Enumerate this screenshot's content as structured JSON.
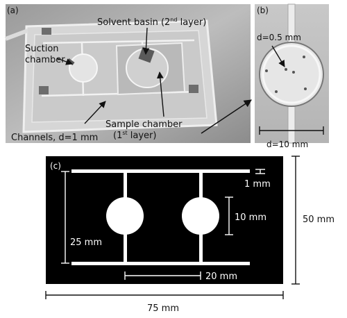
{
  "panels": {
    "a": {
      "letter": "(a)",
      "labels": {
        "solvent_basin_base": "Solvent basin (2",
        "solvent_basin_sup": "nd",
        "solvent_basin_end": " layer)",
        "suction_line1": "Suction",
        "suction_line2": "chamber",
        "sample_line1": "Sample chamber",
        "sample_line2_base": "(1",
        "sample_line2_sup": "st",
        "sample_line2_end": " layer)",
        "channels": "Channels, d=1 mm"
      }
    },
    "b": {
      "letter": "(b)",
      "labels": {
        "hole_diameter": "d=0.5 mm",
        "chamber_diameter": "d=10 mm"
      }
    },
    "c": {
      "letter": "(c)",
      "dimensions": {
        "channel_width": "1 mm",
        "chamber_diameter": "10 mm",
        "rail_spacing": "25 mm",
        "chamber_spacing": "20 mm",
        "height": "50 mm",
        "width": "75 mm"
      }
    }
  },
  "colors": {
    "background": "#ffffff",
    "schematic_fill": "#000000",
    "schematic_lines": "#ffffff"
  }
}
